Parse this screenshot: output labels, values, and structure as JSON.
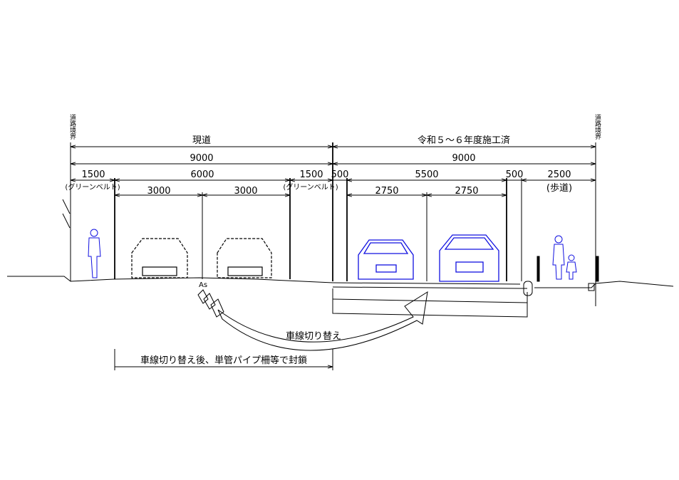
{
  "boundary_label": "道路境界",
  "sections": {
    "existing": {
      "title": "現道",
      "total": "9000",
      "parts": [
        "1500",
        "6000",
        "1500"
      ],
      "lanes": [
        "3000",
        "3000"
      ],
      "green_belt": "(グリーンベルト)"
    },
    "completed": {
      "title": "令和５～６年度施工済",
      "total": "9000",
      "parts": [
        "500",
        "5500",
        "500",
        "2500"
      ],
      "lanes": [
        "2750",
        "2750"
      ],
      "sidewalk": "(歩道)"
    }
  },
  "pavement_label": "As",
  "arrow_label": "車線切り替え",
  "closure_note": "車線切り替え後、単管パイプ柵等で封鎖",
  "colors": {
    "line": "#000000",
    "new_vehicles": "#1010e0"
  }
}
